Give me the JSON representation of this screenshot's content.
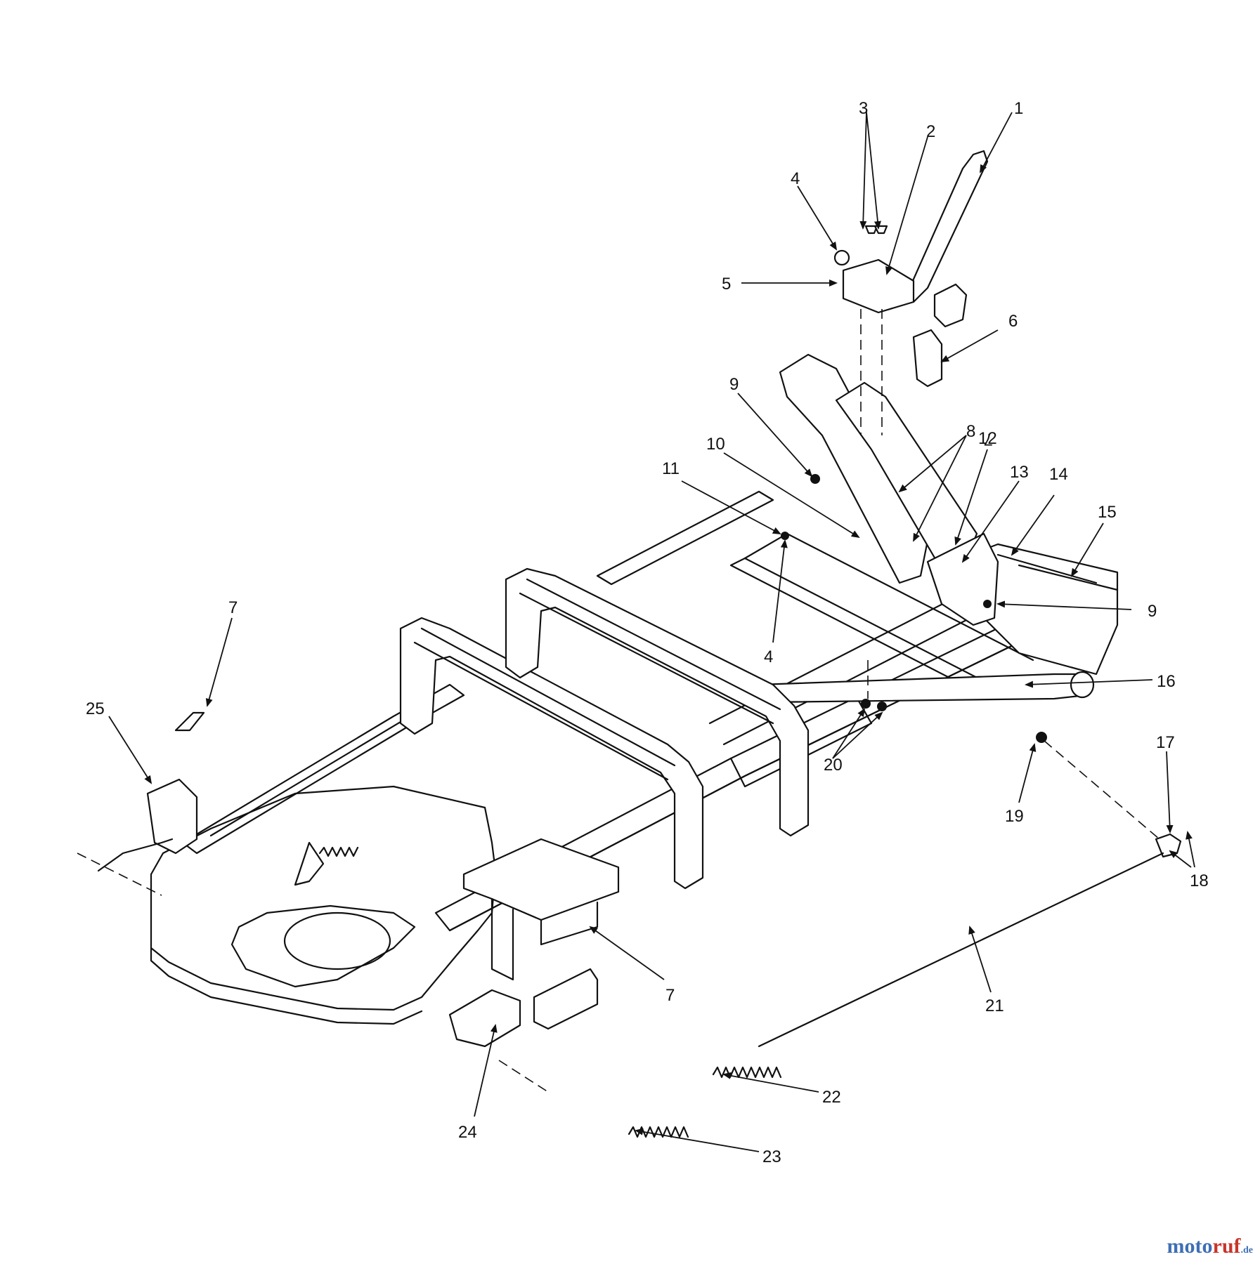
{
  "diagram": {
    "callouts": [
      {
        "id": "c1",
        "label": "1"
      },
      {
        "id": "c2",
        "label": "2"
      },
      {
        "id": "c3",
        "label": "3"
      },
      {
        "id": "c4a",
        "label": "4"
      },
      {
        "id": "c5",
        "label": "5"
      },
      {
        "id": "c6",
        "label": "6"
      },
      {
        "id": "c7a",
        "label": "7"
      },
      {
        "id": "c8",
        "label": "8"
      },
      {
        "id": "c9a",
        "label": "9"
      },
      {
        "id": "c10",
        "label": "10"
      },
      {
        "id": "c11",
        "label": "11"
      },
      {
        "id": "c12",
        "label": "12"
      },
      {
        "id": "c13",
        "label": "13"
      },
      {
        "id": "c14",
        "label": "14"
      },
      {
        "id": "c15",
        "label": "15"
      },
      {
        "id": "c9b",
        "label": "9"
      },
      {
        "id": "c4b",
        "label": "4"
      },
      {
        "id": "c16",
        "label": "16"
      },
      {
        "id": "c7b",
        "label": "7"
      },
      {
        "id": "c25",
        "label": "25"
      },
      {
        "id": "c20",
        "label": "20"
      },
      {
        "id": "c17",
        "label": "17"
      },
      {
        "id": "c19",
        "label": "19"
      },
      {
        "id": "c18",
        "label": "18"
      },
      {
        "id": "c7c",
        "label": "7"
      },
      {
        "id": "c21",
        "label": "21"
      },
      {
        "id": "c22",
        "label": "22"
      },
      {
        "id": "c24",
        "label": "24"
      },
      {
        "id": "c23",
        "label": "23"
      }
    ]
  },
  "watermark": {
    "part1": "moto",
    "part2": "ruf",
    "suffix": ".de"
  }
}
